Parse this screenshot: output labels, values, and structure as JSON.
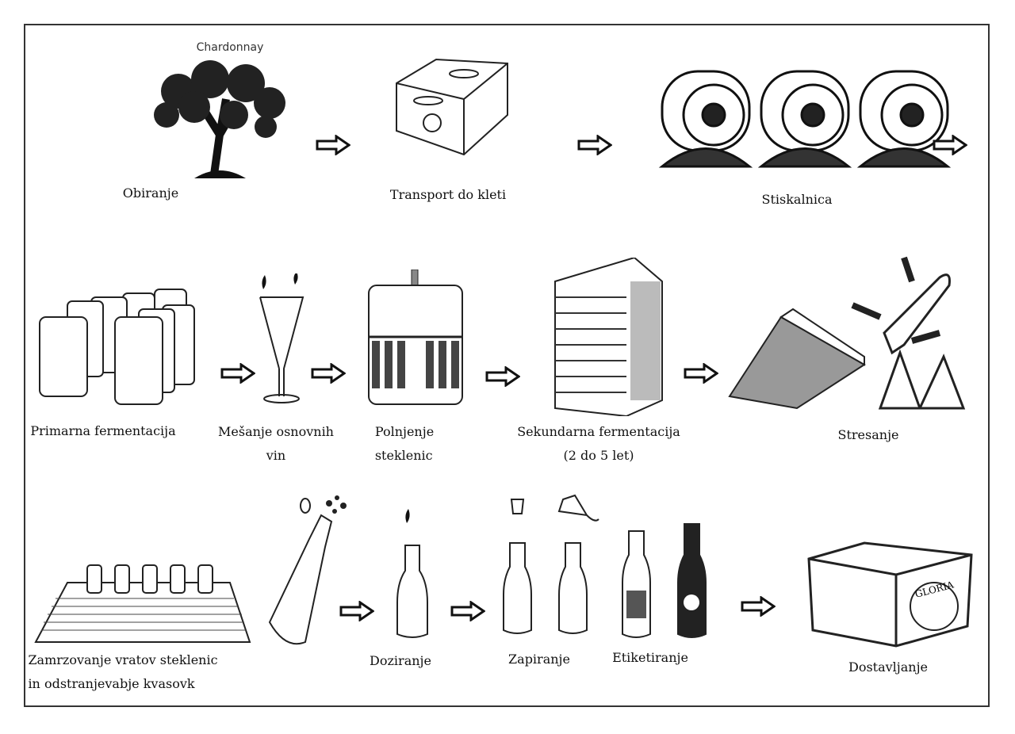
{
  "title_label": "Chardonnay",
  "steps": [
    {
      "label": "Obiranje",
      "icon": "grapevine"
    },
    {
      "label": "Transport do kleti",
      "icon": "crate-box"
    },
    {
      "label": "Stiskalnica",
      "icon": "wine-press"
    },
    {
      "label": "Primarna fermentacija",
      "icon": "fermentation-tanks"
    },
    {
      "label": "Mešanje osnovnih",
      "label2": "vin",
      "icon": "blending-glass"
    },
    {
      "label": "Polnjenje",
      "label2": "steklenic",
      "icon": "bottling-machine"
    },
    {
      "label": "Sekundarna fermentacija",
      "label2": "(2 do 5 let)",
      "icon": "bottle-stack"
    },
    {
      "label": "Stresanje",
      "icon": "riddling-rack"
    },
    {
      "label": "Zamrzovanje vratov steklenic",
      "label2": "in odstranjevabje kvasovk",
      "icon": "neck-freezing"
    },
    {
      "label": "Doziranje",
      "icon": "dosage-bottle"
    },
    {
      "label": "Zapiranje",
      "icon": "corked-bottles"
    },
    {
      "label": "Etiketiranje",
      "icon": "labeled-bottles"
    },
    {
      "label": "Dostavljanje",
      "icon": "shipping-box"
    }
  ],
  "box_brand": "GLORIA"
}
